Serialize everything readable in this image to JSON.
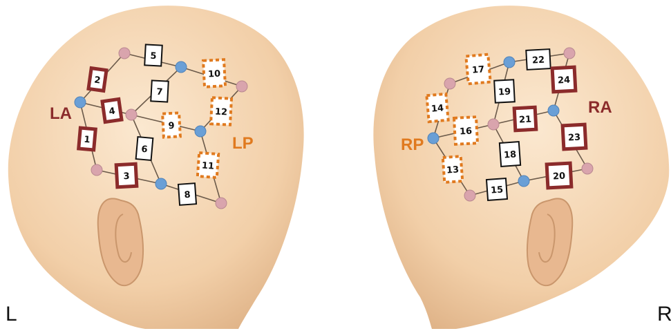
{
  "corners": {
    "left": "L",
    "right": "R"
  },
  "colors": {
    "skin_light": "#fbe8d0",
    "skin_mid": "#f2cfa8",
    "skin_dark": "#dcae82",
    "anterior": "#8b2b2b",
    "posterior": "#e07a1f",
    "source_pink": "#d9a4ad",
    "detector_blue": "#6a9fd6",
    "line": "#6b5a4a"
  },
  "left_head": {
    "labels": [
      {
        "text": "LA",
        "group": "anterior"
      },
      {
        "text": "LP",
        "group": "posterior"
      }
    ],
    "channels": [
      {
        "id": "1",
        "group": "anterior"
      },
      {
        "id": "2",
        "group": "anterior"
      },
      {
        "id": "3",
        "group": "anterior"
      },
      {
        "id": "4",
        "group": "anterior"
      },
      {
        "id": "5",
        "group": "none"
      },
      {
        "id": "6",
        "group": "none"
      },
      {
        "id": "7",
        "group": "none"
      },
      {
        "id": "8",
        "group": "none"
      },
      {
        "id": "9",
        "group": "posterior"
      },
      {
        "id": "10",
        "group": "posterior"
      },
      {
        "id": "11",
        "group": "posterior"
      },
      {
        "id": "12",
        "group": "posterior"
      }
    ]
  },
  "right_head": {
    "labels": [
      {
        "text": "RA",
        "group": "anterior"
      },
      {
        "text": "RP",
        "group": "posterior"
      }
    ],
    "channels": [
      {
        "id": "13",
        "group": "posterior"
      },
      {
        "id": "14",
        "group": "posterior"
      },
      {
        "id": "15",
        "group": "none"
      },
      {
        "id": "16",
        "group": "posterior"
      },
      {
        "id": "17",
        "group": "posterior"
      },
      {
        "id": "18",
        "group": "none"
      },
      {
        "id": "19",
        "group": "none"
      },
      {
        "id": "20",
        "group": "anterior"
      },
      {
        "id": "21",
        "group": "anterior"
      },
      {
        "id": "22",
        "group": "none"
      },
      {
        "id": "23",
        "group": "anterior"
      },
      {
        "id": "24",
        "group": "anterior"
      }
    ]
  }
}
